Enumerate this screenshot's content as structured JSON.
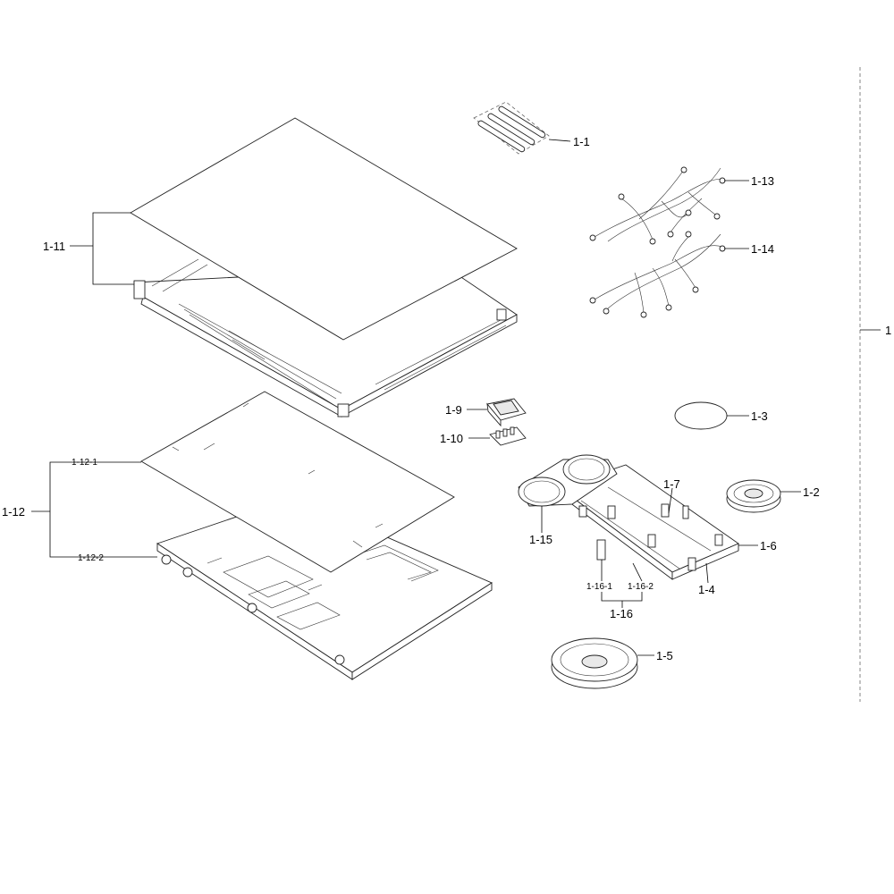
{
  "labels": {
    "assembly": "1",
    "p1_1": "1-1",
    "p1_2": "1-2",
    "p1_3": "1-3",
    "p1_4": "1-4",
    "p1_5": "1-5",
    "p1_6": "1-6",
    "p1_7": "1-7",
    "p1_9": "1-9",
    "p1_10": "1-10",
    "p1_11": "1-11",
    "p1_12": "1-12",
    "p1_12_1": "1-12-1",
    "p1_12_2": "1-12-2",
    "p1_13": "1-13",
    "p1_14": "1-14",
    "p1_15": "1-15",
    "p1_16": "1-16",
    "p1_16_1": "1-16-1",
    "p1_16_2": "1-16-2"
  }
}
